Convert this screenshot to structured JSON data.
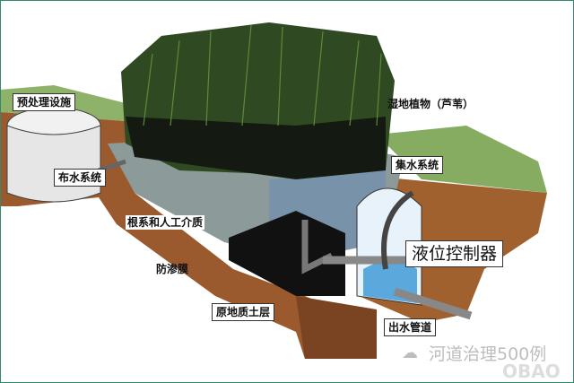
{
  "labels": {
    "pretreatment": "预处理设施",
    "distribution": "布水系统",
    "roots_media": "根系和人工介质",
    "liner": "防渗膜",
    "native_soil": "原地质土层",
    "plants": "湿地植物（芦苇）",
    "collection": "集水系统",
    "level_controller": "液位控制器",
    "outlet_pipe": "出水管道"
  },
  "watermark": {
    "icon": "wechat-icon",
    "text": "河道治理500例",
    "logo": "OBAO"
  },
  "colors": {
    "soil": "#9a5a2e",
    "gravel": "#8d9a9a",
    "reeds": "#2f4a22",
    "water": "#5aa8dc",
    "grass": "#7ea35a"
  }
}
